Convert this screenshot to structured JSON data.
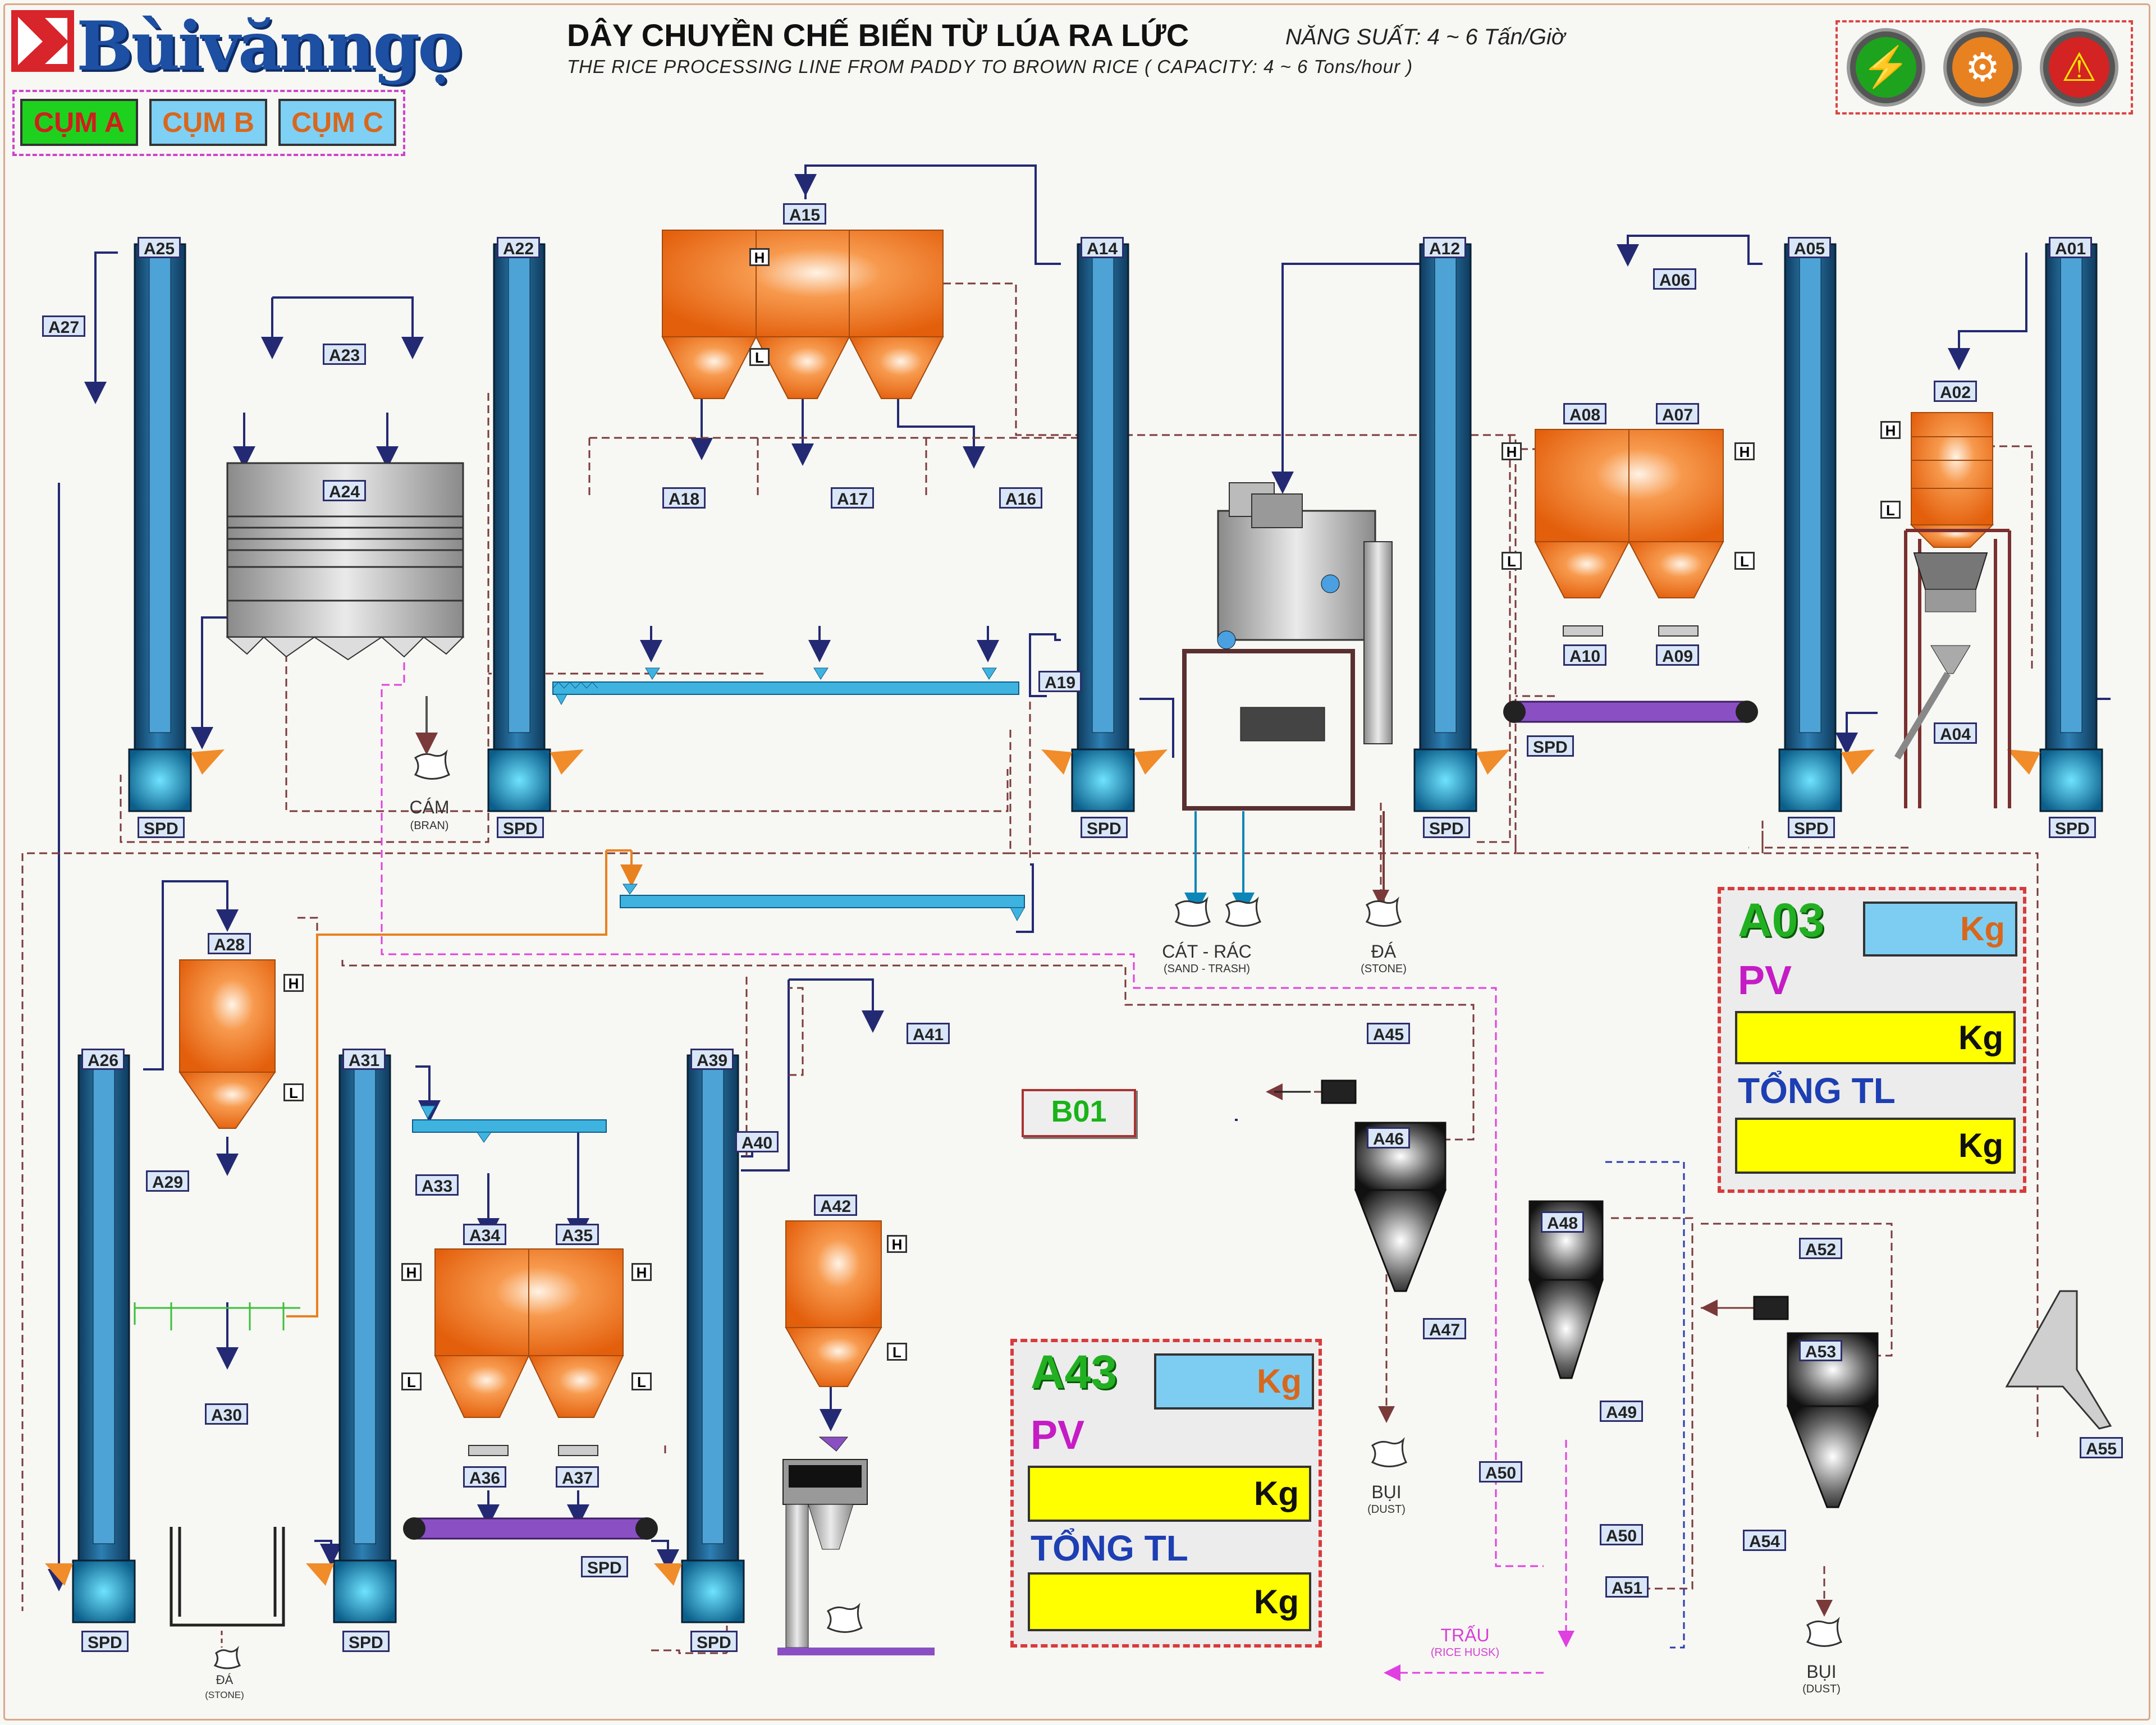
{
  "header": {
    "logo_text": "Bùivănngọ",
    "title_vn": "DÂY CHUYỀN CHẾ BIẾN TỪ LÚA RA LỨC",
    "capacity_vn": "NĂNG SUẤT: 4 ~ 6 Tấn/Giờ",
    "title_en": "THE RICE PROCESSING LINE FROM PADDY TO BROWN RICE ( CAPACITY: 4 ~ 6 Tons/hour )"
  },
  "clusters": [
    {
      "label": "CỤM A",
      "active": true
    },
    {
      "label": "CỤM B",
      "active": false
    },
    {
      "label": "CỤM C",
      "active": false
    }
  ],
  "status_icons": [
    {
      "name": "power-icon",
      "color": "#1ea31e"
    },
    {
      "name": "settings-icon",
      "color": "#e8811f"
    },
    {
      "name": "warning-icon",
      "color": "#d42323"
    }
  ],
  "labels": {
    "A01": "A01",
    "A02": "A02",
    "A04": "A04",
    "A05": "A05",
    "A06": "A06",
    "A07": "A07",
    "A08": "A08",
    "A09": "A09",
    "A10": "A10",
    "A12": "A12",
    "A14": "A14",
    "A15": "A15",
    "A16": "A16",
    "A17": "A17",
    "A18": "A18",
    "A19": "A19",
    "A22": "A22",
    "A23": "A23",
    "A24": "A24",
    "A25": "A25",
    "A26": "A26",
    "A27": "A27",
    "A28": "A28",
    "A29": "A29",
    "A30": "A30",
    "A31": "A31",
    "A33": "A33",
    "A34": "A34",
    "A35": "A35",
    "A36": "A36",
    "A37": "A37",
    "A39": "A39",
    "A40": "A40",
    "A41": "A41",
    "A42": "A42",
    "A45": "A45",
    "A46": "A46",
    "A47": "A47",
    "A48": "A48",
    "A49": "A49",
    "A50": "A50",
    "A51": "A51",
    "A52": "A52",
    "A53": "A53",
    "A54": "A54",
    "A55": "A55",
    "SPD": "SPD",
    "H": "H",
    "L": "L"
  },
  "outputs": {
    "bran": "CÁM",
    "bran_en": "(BRAN)",
    "sand_trash": "CÁT - RÁC",
    "sand_trash_en": "(SAND - TRASH)",
    "stone": "ĐÁ",
    "stone_en": "(STONE)",
    "dust": "BỤI",
    "dust_en": "(DUST)",
    "husk": "TRẤU",
    "husk_en": "(RICE HUSK)"
  },
  "b01": "B01",
  "panel_a03": {
    "id": "A03",
    "current_unit": "Kg",
    "pv_label": "PV",
    "pv_unit": "Kg",
    "total_label": "TỔNG TL",
    "total_unit": "Kg"
  },
  "panel_a43": {
    "id": "A43",
    "current_unit": "Kg",
    "pv_label": "PV",
    "pv_unit": "Kg",
    "total_label": "TỔNG TL",
    "total_unit": "Kg"
  },
  "colors": {
    "elevator": "#1f5e8f",
    "bin": "#f27a2a",
    "conveyor": "#3fb3e0",
    "belt": "#8b4fc4",
    "pipe_solid": "#232a73",
    "pipe_dashed": "#7a3a3a",
    "pipe_magenta": "#e040e0",
    "pipe_orange": "#e8811f",
    "pipe_green": "#3bbf3b",
    "panel_current": "#7dcdf2",
    "panel_field": "#ffff00"
  }
}
